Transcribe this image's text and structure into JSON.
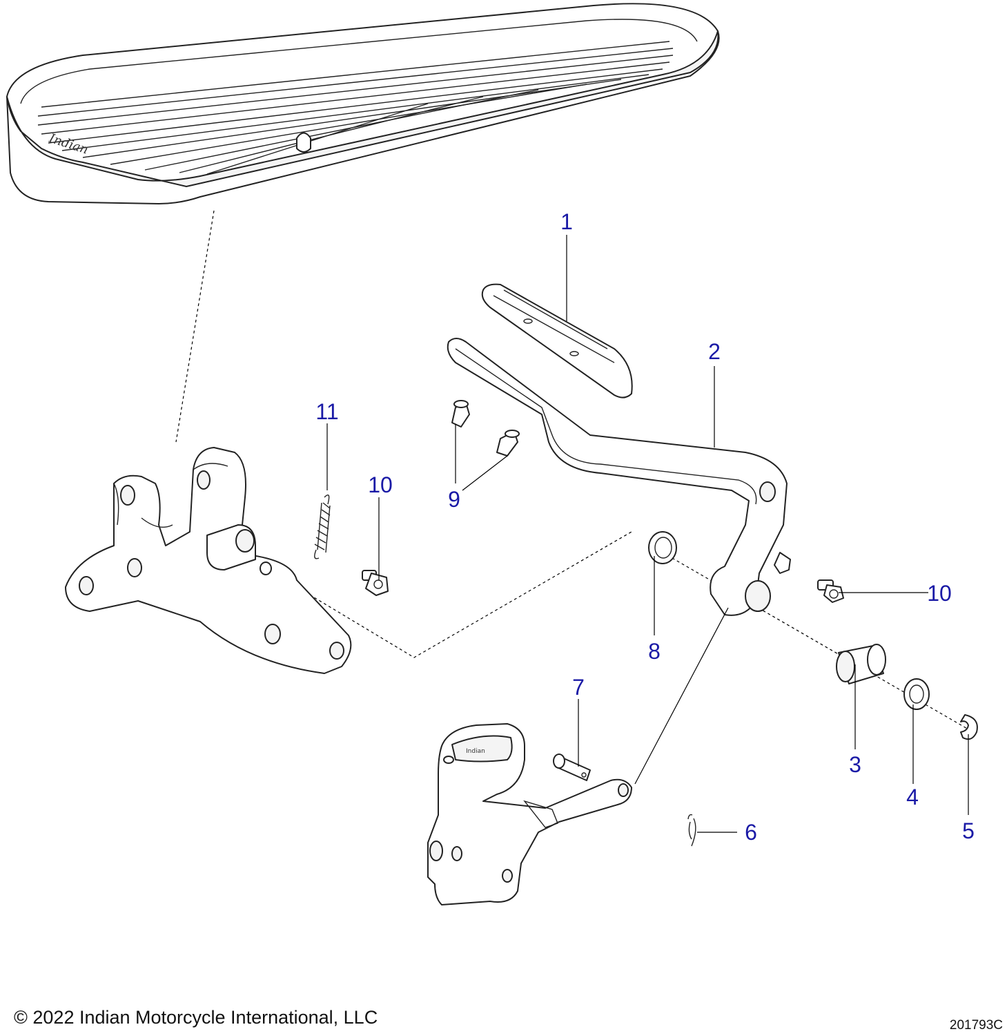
{
  "callouts": [
    {
      "label": "1",
      "part": "brake pedal pad"
    },
    {
      "label": "2",
      "part": "brake pedal arm"
    },
    {
      "label": "3",
      "part": "bushing"
    },
    {
      "label": "4",
      "part": "washer"
    },
    {
      "label": "5",
      "part": "retaining ring"
    },
    {
      "label": "6",
      "part": "cotter pin"
    },
    {
      "label": "7",
      "part": "clevis pin"
    },
    {
      "label": "8",
      "part": "washer"
    },
    {
      "label": "9",
      "part": "rivets"
    },
    {
      "label": "10",
      "part": "bolt"
    },
    {
      "label": "10",
      "part": "bolt"
    },
    {
      "label": "11",
      "part": "return spring"
    }
  ],
  "footer": {
    "copyright": "© 2022 Indian Motorcycle International, LLC",
    "drawing_number": "201793C"
  },
  "colors": {
    "callout_text": "#1a1aa6",
    "line_art": "#222222",
    "background": "#ffffff"
  }
}
